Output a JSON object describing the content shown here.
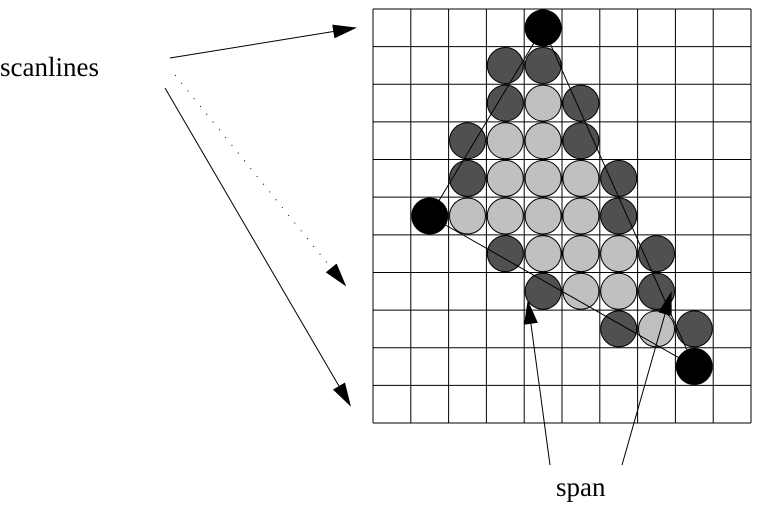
{
  "labels": {
    "scanlines": "scanlines",
    "span": "span"
  },
  "grid": {
    "columns": 10,
    "rows": 11
  },
  "colors": {
    "vertex": "#000000",
    "edge": "#505050",
    "interior": "#c0c0c0",
    "grid": "#000000"
  },
  "pixels": [
    {
      "row": 0,
      "cells": [
        [
          4,
          "vertex"
        ]
      ]
    },
    {
      "row": 1,
      "cells": [
        [
          3,
          "edge"
        ],
        [
          4,
          "edge"
        ]
      ]
    },
    {
      "row": 2,
      "cells": [
        [
          3,
          "edge"
        ],
        [
          4,
          "interior"
        ],
        [
          5,
          "edge"
        ]
      ]
    },
    {
      "row": 3,
      "cells": [
        [
          2,
          "edge"
        ],
        [
          3,
          "interior"
        ],
        [
          4,
          "interior"
        ],
        [
          5,
          "edge"
        ]
      ]
    },
    {
      "row": 4,
      "cells": [
        [
          2,
          "edge"
        ],
        [
          3,
          "interior"
        ],
        [
          4,
          "interior"
        ],
        [
          5,
          "interior"
        ],
        [
          6,
          "edge"
        ]
      ]
    },
    {
      "row": 5,
      "cells": [
        [
          1,
          "vertex"
        ],
        [
          2,
          "interior"
        ],
        [
          3,
          "interior"
        ],
        [
          4,
          "interior"
        ],
        [
          5,
          "interior"
        ],
        [
          6,
          "edge"
        ]
      ]
    },
    {
      "row": 6,
      "cells": [
        [
          3,
          "edge"
        ],
        [
          4,
          "interior"
        ],
        [
          5,
          "interior"
        ],
        [
          6,
          "interior"
        ],
        [
          7,
          "edge"
        ]
      ]
    },
    {
      "row": 7,
      "cells": [
        [
          4,
          "edge"
        ],
        [
          5,
          "interior"
        ],
        [
          6,
          "interior"
        ],
        [
          7,
          "edge"
        ]
      ]
    },
    {
      "row": 8,
      "cells": [
        [
          6,
          "edge"
        ],
        [
          7,
          "interior"
        ],
        [
          8,
          "edge"
        ]
      ]
    },
    {
      "row": 9,
      "cells": [
        [
          8,
          "vertex"
        ]
      ]
    }
  ],
  "triangle_vertices": [
    [
      4,
      0
    ],
    [
      1,
      5
    ],
    [
      8,
      9
    ]
  ]
}
